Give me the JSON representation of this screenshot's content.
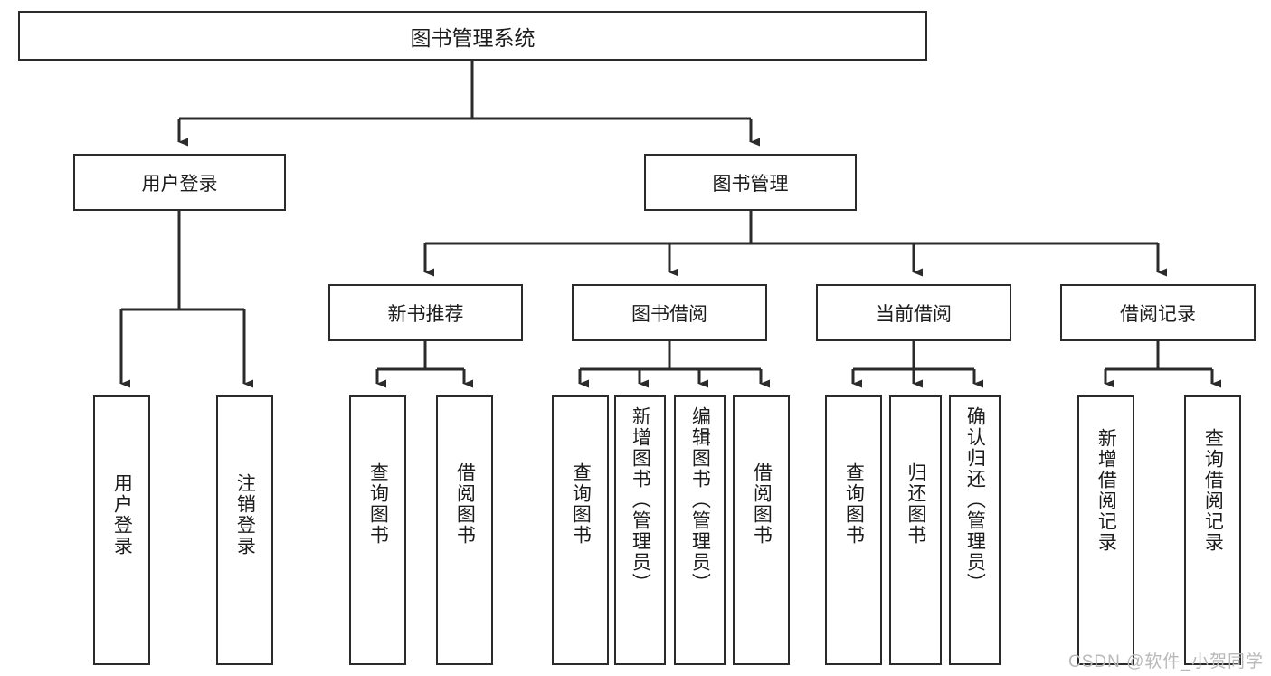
{
  "diagram": {
    "title": "图书管理系统",
    "type": "tree",
    "colors": {
      "stroke": "#2b2b2b",
      "box_fill": "#ffffff",
      "text": "#1c1c1c",
      "background": "#ffffff",
      "watermark": "#b9b9b9"
    },
    "root": {
      "label": "图书管理系统"
    },
    "level1": [
      {
        "label": "用户登录"
      },
      {
        "label": "图书管理"
      }
    ],
    "level2": [
      {
        "label": "新书推荐"
      },
      {
        "label": "图书借阅"
      },
      {
        "label": "当前借阅"
      },
      {
        "label": "借阅记录"
      }
    ],
    "leaves": {
      "user_login": [
        {
          "label": "用户登录"
        },
        {
          "label": "注销登录"
        }
      ],
      "new_book_recommend": [
        {
          "label": "查询图书"
        },
        {
          "label": "借阅图书"
        }
      ],
      "book_borrow": [
        {
          "label": "查询图书"
        },
        {
          "label": "新增图书（管理员）"
        },
        {
          "label": "编辑图书（管理员）"
        },
        {
          "label": "借阅图书"
        }
      ],
      "current_borrow": [
        {
          "label": "查询图书"
        },
        {
          "label": "归还图书"
        },
        {
          "label": "确认归还（管理员）"
        }
      ],
      "borrow_record": [
        {
          "label": "新增借阅记录"
        },
        {
          "label": "查询借阅记录"
        }
      ]
    }
  },
  "watermark": {
    "text": "CSDN @软件_小贺同学"
  }
}
